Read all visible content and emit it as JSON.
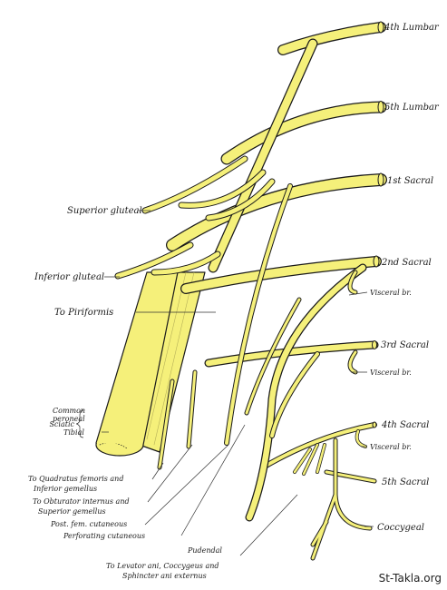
{
  "colors": {
    "nerve": "#f5f07a",
    "outline": "#1a1a1a",
    "leader": "#333333"
  },
  "roots": {
    "l4": "4th Lumbar",
    "l5": "5th Lumbar",
    "s1": "1st Sacral",
    "s2": "2nd Sacral",
    "s3": "3rd Sacral",
    "s4": "4th Sacral",
    "s5": "5th Sacral",
    "coccygeal": "Coccygeal"
  },
  "visceral": {
    "s2": "Visceral br.",
    "s3": "Visceral br.",
    "s4": "Visceral br."
  },
  "branches": {
    "superior_gluteal": "Superior gluteal",
    "inferior_gluteal": "Inferior gluteal",
    "piriformis": "To Piriformis",
    "sciatic": "Sciatic",
    "common_peroneal_1": "Common",
    "common_peroneal_2": "peroneal",
    "tibial": "Tibial",
    "quadratus_1": "To Quadratus femoris and",
    "quadratus_2": "Inferior gemellus",
    "obturator_1": "To Obturator internus and",
    "obturator_2": "Superior gemellus",
    "post_fem": "Post. fem. cutaneous",
    "perforating": "Perforating cutaneous",
    "pudendal": "Pudendal",
    "levator_1": "To Levator ani, Coccygeus and",
    "levator_2": "Sphincter ani externus"
  },
  "watermark": "St-Takla.org"
}
